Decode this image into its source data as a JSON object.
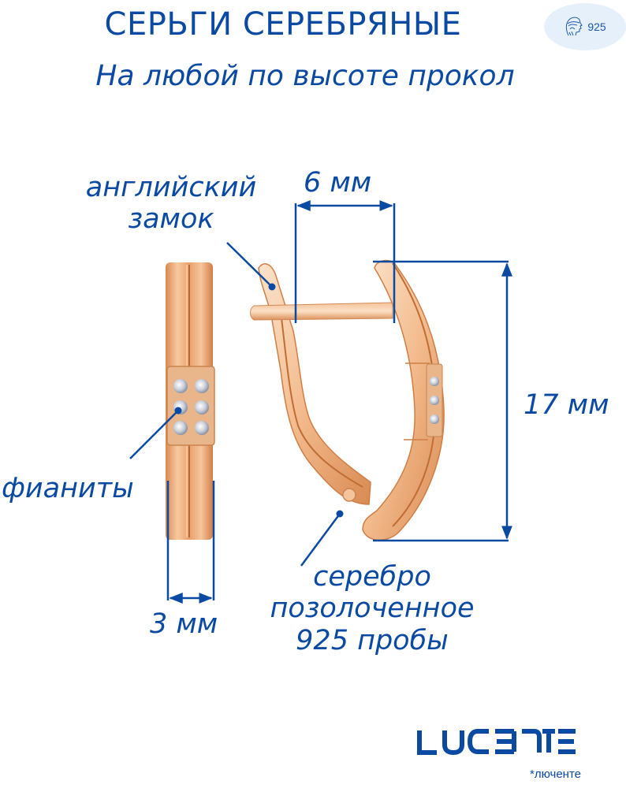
{
  "header": {
    "title": "СЕРЬГИ СЕРЕБРЯНЫЕ",
    "subtitle": "На любой по высоте прокол",
    "hallmark_badge": {
      "icon": "goddess-profile-hallmark-icon",
      "value": "925"
    }
  },
  "annotations": {
    "lock_type": {
      "line1": "английский",
      "line2": "замок"
    },
    "width_dimension": "6 мм",
    "height_dimension": "17 мм",
    "stones": "фианиты",
    "thickness_dimension": "3 мм",
    "material": {
      "line1": "серебро",
      "line2": "позолоченное",
      "line3": "925 пробы"
    }
  },
  "brand": {
    "logo": "LUCENTE",
    "transliteration": "*люченте"
  },
  "colors": {
    "accent_blue": "#0b4aa2",
    "badge_bg": "#e6f0fb",
    "gold_light": "#f9d3b0",
    "gold_mid": "#eaa271",
    "gold_dark": "#c9773f"
  }
}
